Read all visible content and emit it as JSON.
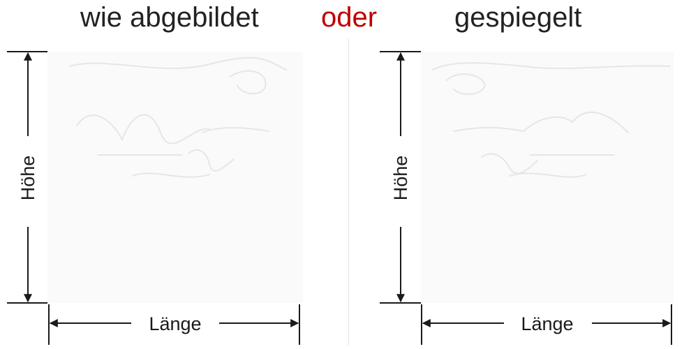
{
  "header": {
    "left_label": "wie abgebildet",
    "middle_label": "oder",
    "right_label": "gespiegelt"
  },
  "colors": {
    "text": "#222222",
    "accent": "#c00000",
    "lines": "#1a1a1a",
    "divider": "#e2e2e2"
  },
  "panels": [
    {
      "height_label": "Höhe",
      "length_label": "Länge"
    },
    {
      "height_label": "Höhe",
      "length_label": "Länge"
    }
  ]
}
